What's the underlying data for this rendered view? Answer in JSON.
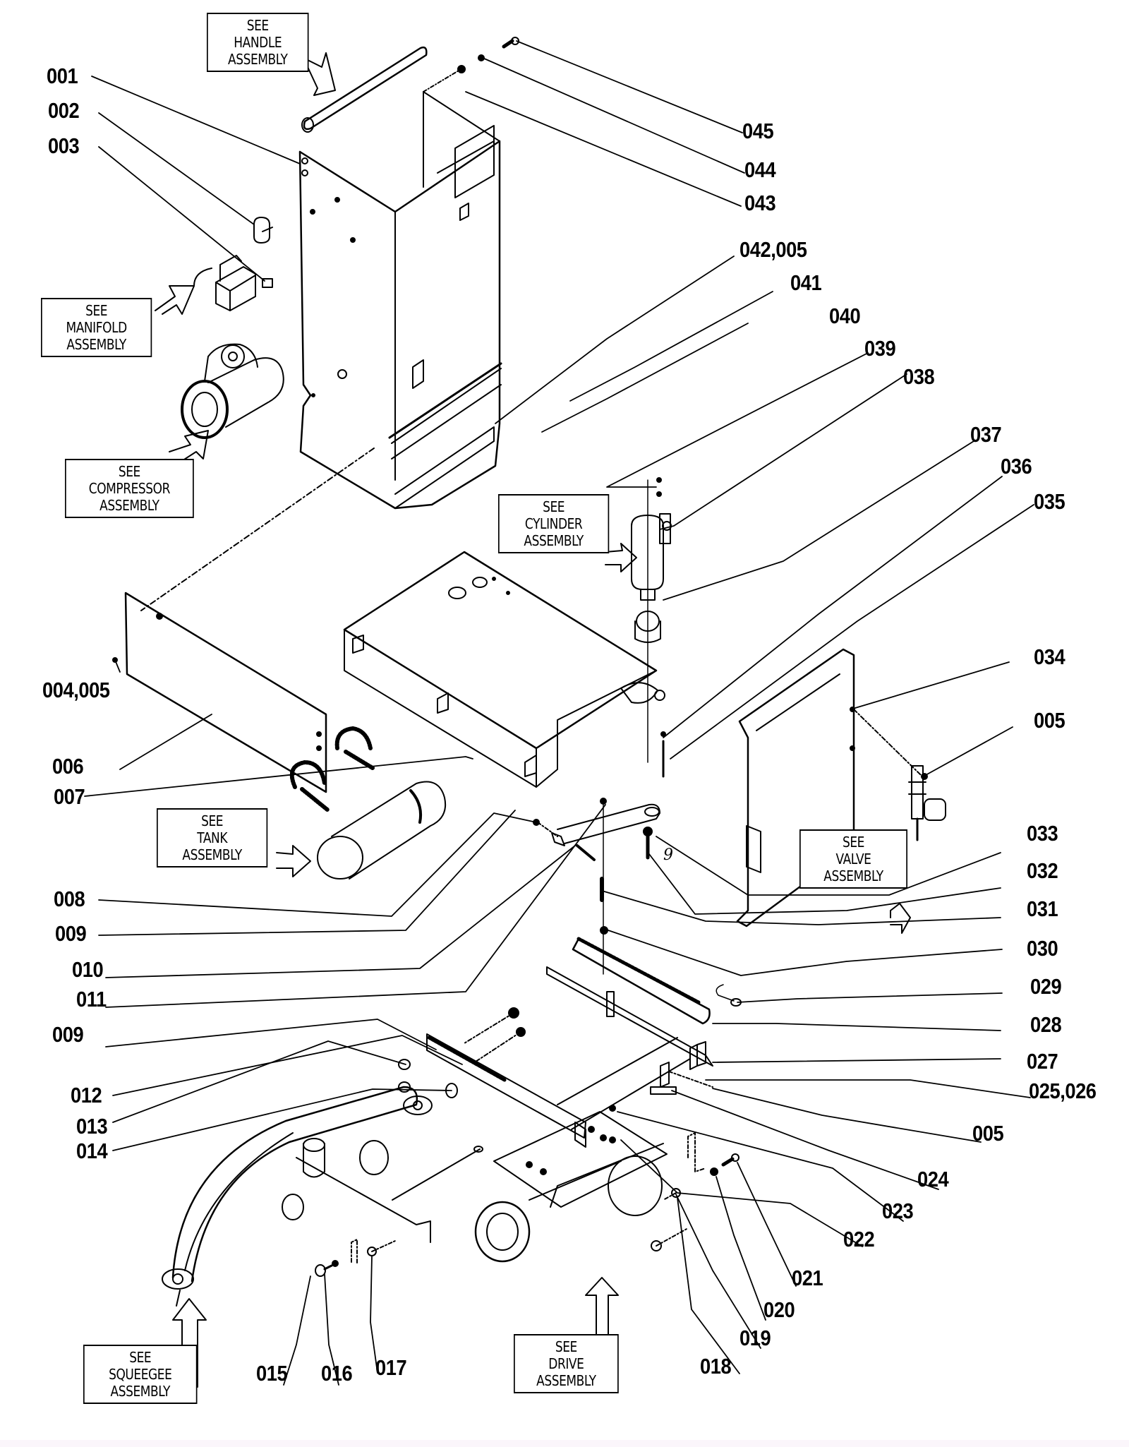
{
  "diagram": {
    "type": "exploded-parts-diagram",
    "part_labels": [
      {
        "id": "001",
        "text": "001"
      },
      {
        "id": "002",
        "text": "002"
      },
      {
        "id": "003",
        "text": "003"
      },
      {
        "id": "004-005",
        "text": "004,005"
      },
      {
        "id": "006",
        "text": "006"
      },
      {
        "id": "007",
        "text": "007"
      },
      {
        "id": "008",
        "text": "008"
      },
      {
        "id": "009a",
        "text": "009"
      },
      {
        "id": "010",
        "text": "010"
      },
      {
        "id": "011",
        "text": "011"
      },
      {
        "id": "009b",
        "text": "009"
      },
      {
        "id": "012",
        "text": "012"
      },
      {
        "id": "013",
        "text": "013"
      },
      {
        "id": "014",
        "text": "014"
      },
      {
        "id": "015",
        "text": "015"
      },
      {
        "id": "016",
        "text": "016"
      },
      {
        "id": "017",
        "text": "017"
      },
      {
        "id": "018",
        "text": "018"
      },
      {
        "id": "019",
        "text": "019"
      },
      {
        "id": "020",
        "text": "020"
      },
      {
        "id": "021",
        "text": "021"
      },
      {
        "id": "022",
        "text": "022"
      },
      {
        "id": "023",
        "text": "023"
      },
      {
        "id": "024",
        "text": "024"
      },
      {
        "id": "005c",
        "text": "005"
      },
      {
        "id": "025-026",
        "text": "025,026"
      },
      {
        "id": "027",
        "text": "027"
      },
      {
        "id": "028",
        "text": "028"
      },
      {
        "id": "029",
        "text": "029"
      },
      {
        "id": "030",
        "text": "030"
      },
      {
        "id": "031",
        "text": "031"
      },
      {
        "id": "032",
        "text": "032"
      },
      {
        "id": "033",
        "text": "033"
      },
      {
        "id": "005b",
        "text": "005"
      },
      {
        "id": "034",
        "text": "034"
      },
      {
        "id": "035",
        "text": "035"
      },
      {
        "id": "036",
        "text": "036"
      },
      {
        "id": "037",
        "text": "037"
      },
      {
        "id": "038",
        "text": "038"
      },
      {
        "id": "039",
        "text": "039"
      },
      {
        "id": "040",
        "text": "040"
      },
      {
        "id": "041",
        "text": "041"
      },
      {
        "id": "042-005",
        "text": "042,005"
      },
      {
        "id": "043",
        "text": "043"
      },
      {
        "id": "044",
        "text": "044"
      },
      {
        "id": "045",
        "text": "045"
      }
    ],
    "callouts": {
      "handle": [
        "SEE",
        "HANDLE",
        "ASSEMBLY"
      ],
      "manifold": [
        "SEE",
        "MANIFOLD",
        "ASSEMBLY"
      ],
      "compressor": [
        "SEE",
        "COMPRESSOR",
        "ASSEMBLY"
      ],
      "cylinder": [
        "SEE",
        "CYLINDER",
        "ASSEMBLY"
      ],
      "tank": [
        "SEE",
        "TANK",
        "ASSEMBLY"
      ],
      "valve": [
        "SEE",
        "VALVE",
        "ASSEMBLY"
      ],
      "squeegee": [
        "SEE",
        "SQUEEGEE",
        "ASSEMBLY"
      ],
      "drive": [
        "SEE",
        "DRIVE",
        "ASSEMBLY"
      ]
    },
    "handwritten_note": "9"
  }
}
